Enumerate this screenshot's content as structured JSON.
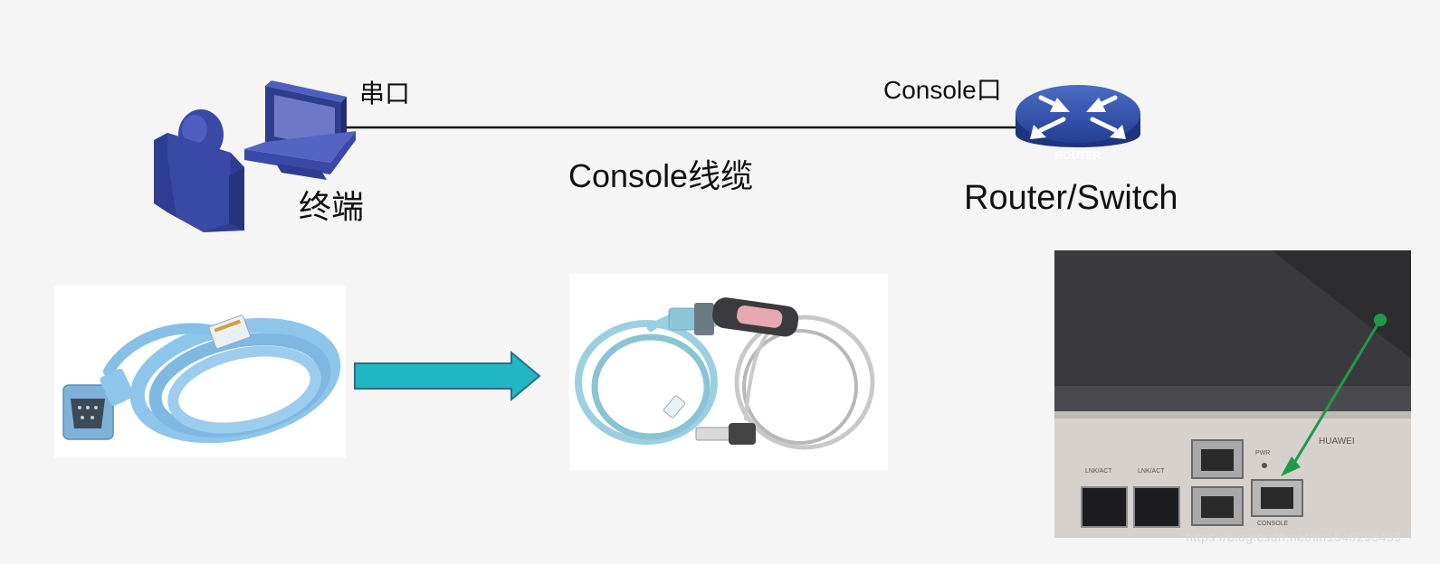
{
  "labels": {
    "serial_port": "串口",
    "console_port": "Console口",
    "cable": "Console线缆",
    "terminal": "终端",
    "device": "Router/Switch"
  },
  "router_icon": {
    "name": "router-icon",
    "text": "ROUTER",
    "color": "#2f4fa3"
  },
  "terminal_icon": {
    "name": "user-computer-icon",
    "color": "#3a49a6"
  },
  "arrow": {
    "name": "right-arrow-icon",
    "fill": "#22b7c4",
    "stroke": "#2a6f86"
  },
  "photos": {
    "rj45_cable": "rj45-to-db9-console-cable",
    "usb_cable": "usb-to-serial-console-cable",
    "device_panel": "huawei-device-front-panel"
  },
  "device_panel": {
    "brand": "HUAWEI",
    "port_labels": [
      "LNK/ACT",
      "LNK/ACT",
      "PWR",
      "CONSOLE"
    ],
    "pointer_color": "#1f9a4b"
  },
  "watermark": "https://blog.csdn.net/lin1540295459"
}
